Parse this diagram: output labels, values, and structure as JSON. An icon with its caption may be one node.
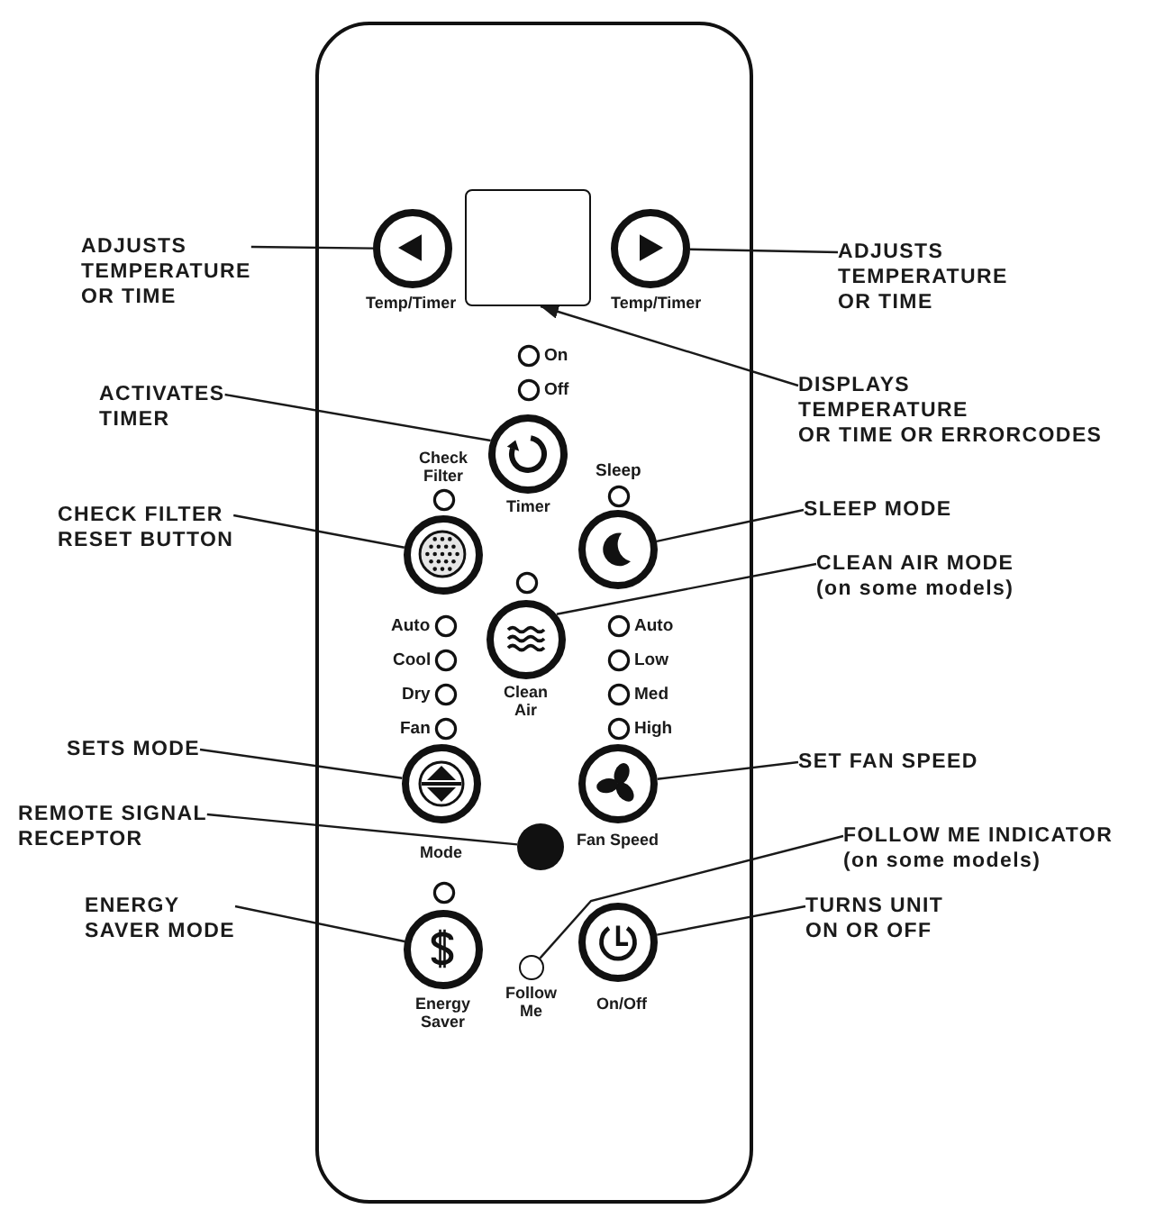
{
  "diagram": {
    "nodes": [
      {
        "text": [],
        "shape": "box"
      },
      {
        "text": [
          "ADJUSTS TEMPERATURE OR TIME"
        ]
      },
      {
        "text": [],
        "shape": "circle",
        "beside": [
          "Temp/Timer"
        ],
        "in": 0
      },
      {
        "text": [],
        "shape": "box",
        "in": 0
      },
      {
        "text": [],
        "shape": "circle",
        "beside": [
          "Temp/Timer"
        ],
        "in": 0
      },
      {
        "text": [
          "ADJUSTS TEMPERATURE OR TIME"
        ]
      },
      {
        "text": [
          "ACTIVATES TIMER"
        ]
      },
      {
        "text": [],
        "shape": "circle",
        "beside": [
          "Timer"
        ],
        "in": 0
      },
      {
        "text": [
          "DISPLAYS TEMPERATURE OR TIME OR ERRORCODES"
        ]
      },
      {
        "text": [
          "CHECK FILTER RESET BUTTON"
        ]
      },
      {
        "text": [],
        "shape": "circle",
        "in": 0
      },
      {
        "text": [],
        "shape": "circle",
        "in": 0
      },
      {
        "text": [
          "SLEEP MODE"
        ]
      },
      {
        "text": [],
        "shape": "circle",
        "beside": [
          "Clean Air"
        ],
        "in": 0
      },
      {
        "text": [
          "CLEAN AIR MODE",
          "(on some models)"
        ]
      },
      {
        "text": [
          "SETS MODE"
        ]
      },
      {
        "text": [],
        "shape": "circle",
        "beside": [
          "Mode"
        ],
        "in": 0
      },
      {
        "text": [],
        "shape": "circle",
        "beside": [
          "Fan Speed"
        ],
        "in": 0
      },
      {
        "text": [
          "SET FAN SPEED"
        ]
      },
      {
        "text": [
          "REMOTE SIGNAL RECEPTOR"
        ]
      },
      {
        "text": [],
        "shape": "circle",
        "in": 0
      },
      {
        "text": [
          "FOLLOW ME INDICATOR",
          "(on some models)"
        ]
      },
      {
        "text": [
          "ENERGY SAVER MODE"
        ]
      },
      {
        "text": [],
        "shape": "circle",
        "beside": [
          "Energy Saver"
        ],
        "in": 0
      },
      {
        "text": [],
        "shape": "circle",
        "beside": [
          "Follow Me"
        ],
        "in": 0
      },
      {
        "text": [],
        "shape": "circle",
        "beside": [
          "On/Off"
        ],
        "in": 0
      },
      {
        "text": [
          "TURNS UNIT ON OR OFF"
        ]
      }
    ],
    "edges": [
      {
        "from": 1,
        "to": 2,
        "arrow": "none"
      },
      {
        "from": 5,
        "to": 4,
        "arrow": "none"
      },
      {
        "from": 6,
        "to": 7,
        "arrow": "none"
      },
      {
        "from": 8,
        "to": 3,
        "arrow": "to"
      },
      {
        "from": 9,
        "to": 10,
        "arrow": "none"
      },
      {
        "from": 12,
        "to": 11,
        "arrow": "none"
      },
      {
        "from": 14,
        "to": 13,
        "arrow": "none"
      },
      {
        "from": 15,
        "to": 16,
        "arrow": "none"
      },
      {
        "from": 18,
        "to": 17,
        "arrow": "none"
      },
      {
        "from": 19,
        "to": 20,
        "arrow": "none"
      },
      {
        "from": 21,
        "to": 24,
        "arrow": "none"
      },
      {
        "from": 22,
        "to": 23,
        "arrow": "none"
      },
      {
        "from": 26,
        "to": 25,
        "arrow": "none"
      }
    ],
    "labels": [
      "On",
      "Off",
      "Check Filter",
      "Sleep",
      "Auto",
      "Auto",
      "Cool",
      "Low",
      "Dry",
      "Med",
      "Fan",
      "High"
    ]
  }
}
